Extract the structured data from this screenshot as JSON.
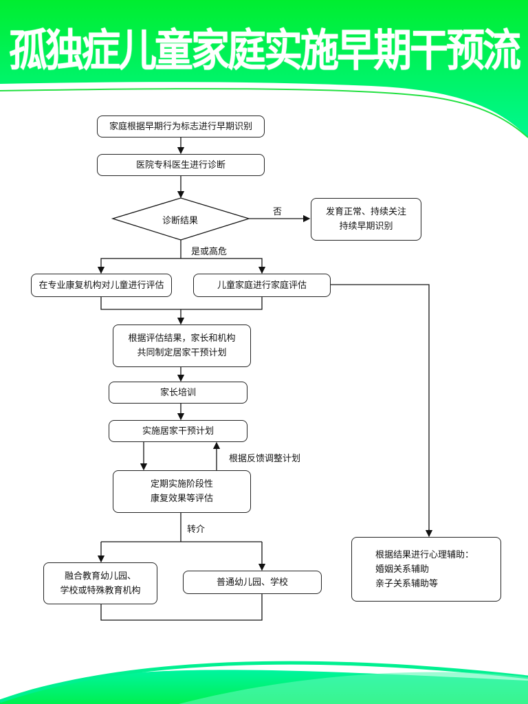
{
  "title": "孤独症儿童家庭实施早期干预流程图",
  "nodes": {
    "identify": "家庭根据早期行为标志进行早期识别",
    "diagnose": "医院专科医生进行诊断",
    "result": "诊断结果",
    "normal": [
      "发育正常、持续关注",
      "持续早期识别"
    ],
    "institution_eval": "在专业康复机构对儿童进行评估",
    "family_eval": "儿童家庭进行家庭评估",
    "plan": [
      "根据评估结果，家长和机构",
      "共同制定居家干预计划"
    ],
    "training": "家长培训",
    "implement": "实施居家干预计划",
    "periodic": [
      "定期实施阶段性",
      "康复效果等评估"
    ],
    "inclusive": [
      "融合教育幼儿园、",
      "学校或特殊教育机构"
    ],
    "regular": "普通幼儿园、学校",
    "psych": [
      "根据结果进行心理辅助：",
      "婚姻关系辅助",
      "亲子关系辅助等"
    ]
  },
  "labels": {
    "no": "否",
    "yes_high_risk": "是或高危",
    "feedback": "根据反馈调整计划",
    "referral": "转介"
  },
  "colors": {
    "accent": "#00f040",
    "accent_light": "#00f090"
  }
}
